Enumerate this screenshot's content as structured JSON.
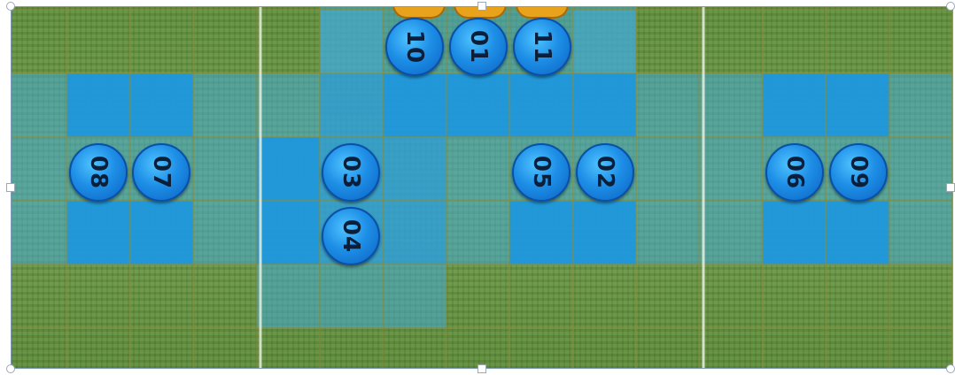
{
  "board": {
    "grid_cols": 15,
    "grid_rows": 6,
    "highlight_colors": {
      "light": "#41a9d6",
      "mid": "#2f9fd9",
      "dark": "#1e98e0"
    }
  },
  "players": [
    {
      "number": "10"
    },
    {
      "number": "01"
    },
    {
      "number": "11"
    },
    {
      "number": "08"
    },
    {
      "number": "07"
    },
    {
      "number": "03"
    },
    {
      "number": "05"
    },
    {
      "number": "02"
    },
    {
      "number": "06"
    },
    {
      "number": "09"
    },
    {
      "number": "04"
    }
  ],
  "opponents": {
    "count": 3,
    "color": "#e8a21c"
  }
}
